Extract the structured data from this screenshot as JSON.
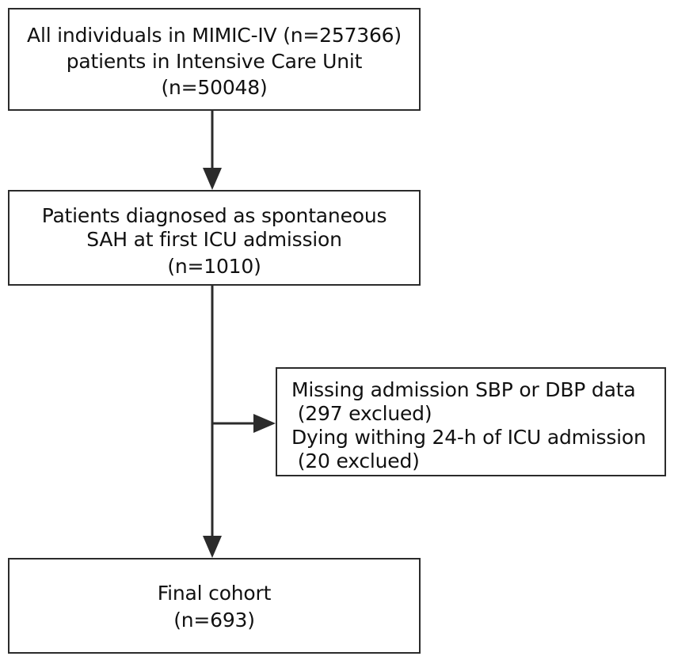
{
  "flowchart": {
    "boxes": [
      {
        "id": "all-individuals",
        "lines": [
          "All individuals in MIMIC-IV (n=257366)",
          "patients in Intensive Care Unit",
          "(n=50048)"
        ]
      },
      {
        "id": "sah-patients",
        "lines": [
          "Patients diagnosed as spontaneous",
          "SAH at first ICU admission",
          "(n=1010)"
        ]
      },
      {
        "id": "exclusions",
        "lines": [
          "Missing admission SBP or DBP data",
          " (297 exclued)",
          "Dying withing 24-h of ICU admission",
          " (20 exclued)"
        ]
      },
      {
        "id": "final-cohort",
        "lines": [
          "Final cohort",
          "(n=693)"
        ]
      }
    ],
    "stroke_color": "#2b2b2b"
  }
}
